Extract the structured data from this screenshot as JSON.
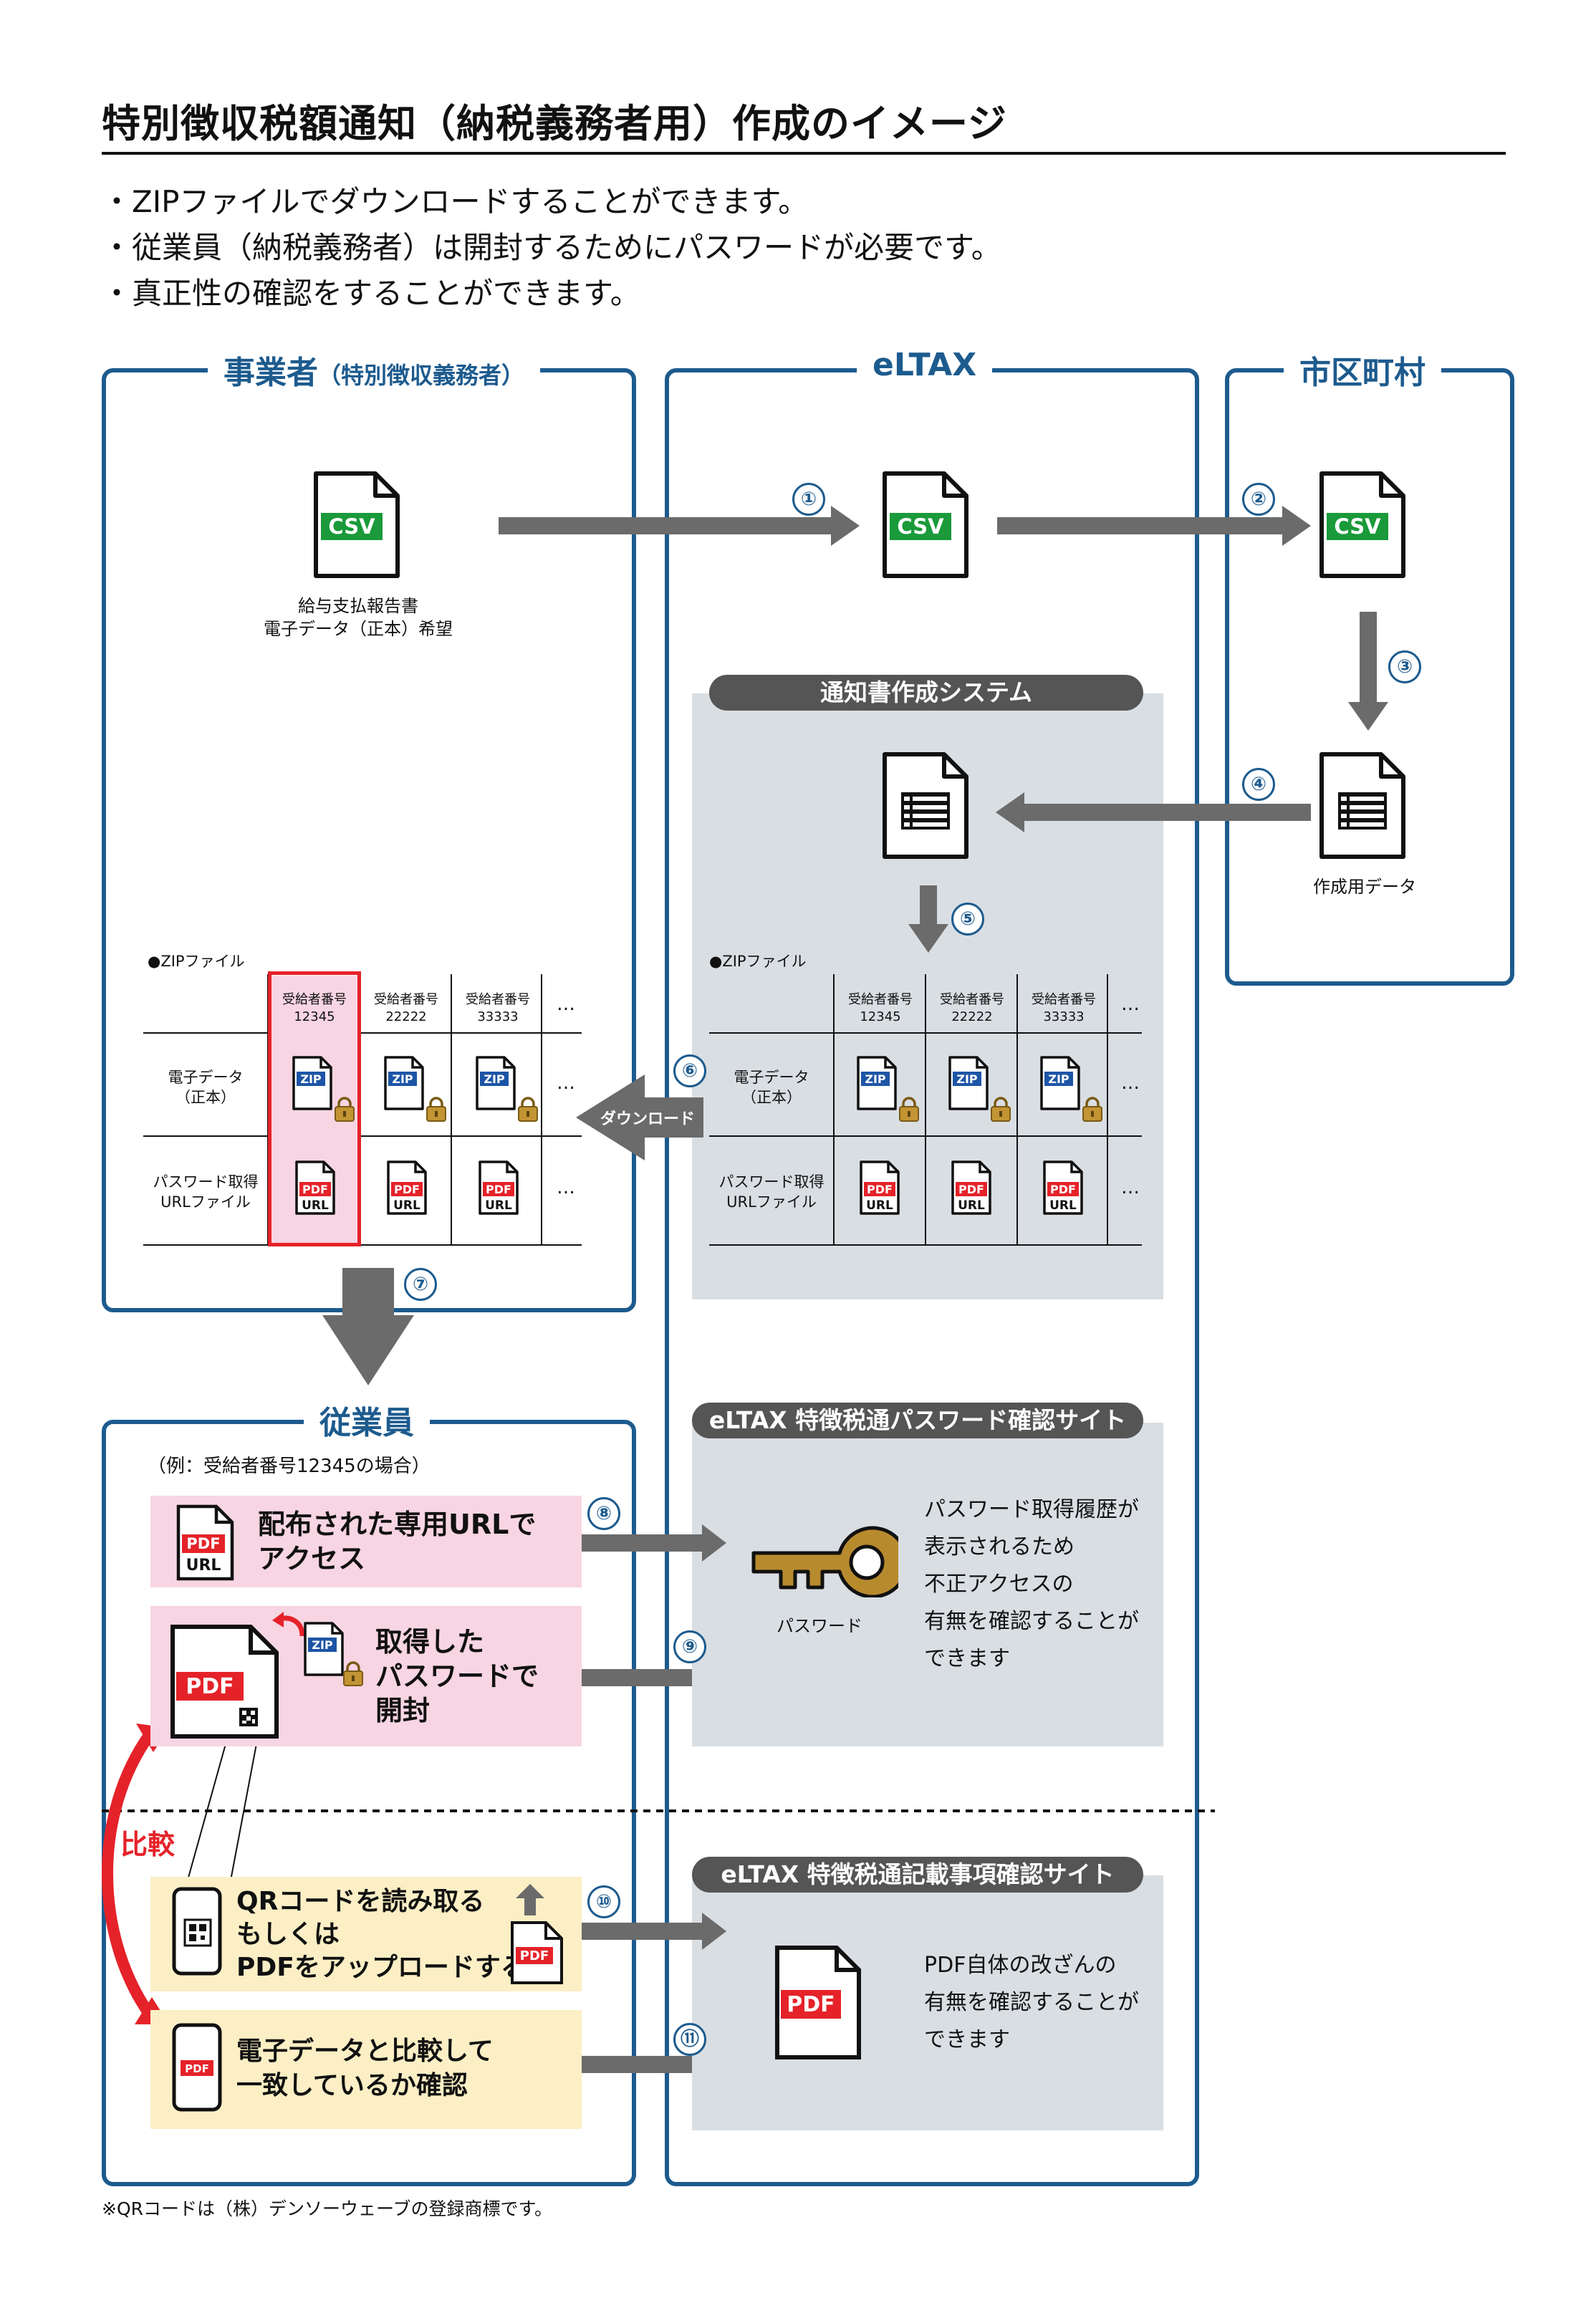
{
  "title": "特別徴収税額通知（納税義務者用）作成のイメージ",
  "bullets": [
    "・ZIPファイルでダウンロードすることができます。",
    "・従業員（納税義務者）は開封するためにパスワードが必要です。",
    "・真正性の確認をすることができます。"
  ],
  "panels": {
    "employer": {
      "label": "事業者",
      "sub": "（特別徴収義務者）"
    },
    "eltax": {
      "label": "eLTAX"
    },
    "municipality": {
      "label": "市区町村"
    },
    "employee": {
      "label": "従業員"
    }
  },
  "icons": {
    "csv": "CSV",
    "zip": "ZIP",
    "pdf": "PDF",
    "url": "URL"
  },
  "steps": [
    "①",
    "②",
    "③",
    "④",
    "⑤",
    "⑥",
    "⑦",
    "⑧",
    "⑨",
    "⑩",
    "⑪"
  ],
  "employer_csv_caption": [
    "給与支払報告書",
    "電子データ（正本）希望"
  ],
  "system_pill": "通知書作成システム",
  "creation_data_caption": "作成用データ",
  "zip_table": {
    "heading": "●ZIPファイル",
    "headers": [
      [
        "受給者番号",
        "12345"
      ],
      [
        "受給者番号",
        "22222"
      ],
      [
        "受給者番号",
        "33333"
      ]
    ],
    "ellipsis": "…",
    "rows": [
      [
        "電子データ",
        "（正本）"
      ],
      [
        "パスワード取得",
        "URLファイル"
      ]
    ]
  },
  "download_label": "ダウンロード",
  "employee_example": "（例：受給者番号12345の場合）",
  "steps_text": {
    "access": [
      "配布された専用URLで",
      "アクセス"
    ],
    "open": [
      "取得した",
      "パスワードで",
      "開封"
    ],
    "qr": [
      "QRコードを読み取る",
      "もしくは",
      "PDFをアップロードする"
    ],
    "compare": [
      "電子データと比較して",
      "一致しているか確認"
    ]
  },
  "compare_label": "比較",
  "password_site": {
    "pill": "eLTAX 特徴税通パスワード確認サイト",
    "key_caption": "パスワード",
    "note": [
      "パスワード取得履歴が",
      "表示されるため",
      "不正アクセスの",
      "有無を確認することが",
      "できます"
    ]
  },
  "record_site": {
    "pill": "eLTAX 特徴税通記載事項確認サイト",
    "note": [
      "PDF自体の改ざんの",
      "有無を確認することが",
      "できます"
    ]
  },
  "footnote": "※QRコードは（株）デンソーウェーブの登録商標です。",
  "colors": {
    "frame": "#1d5b8e",
    "csv_green": "#1a9a3a",
    "zip_blue": "#1d55a6",
    "pdf_red": "#e52229",
    "lock_gold": "#b88a2e",
    "highlight_red": "#e52229"
  }
}
